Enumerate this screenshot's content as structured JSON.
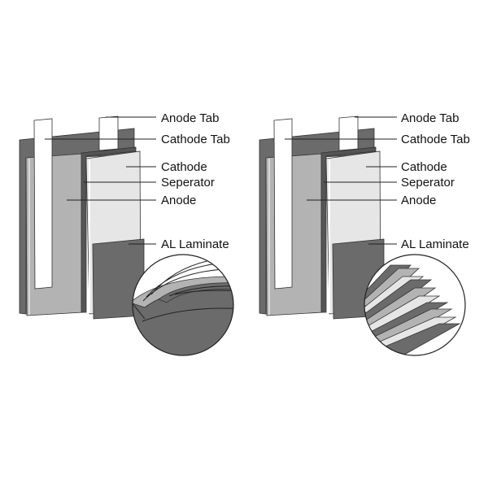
{
  "diagrams": [
    {
      "variant": "wound",
      "labels": {
        "anode_tab": "Anode Tab",
        "cathode_tab": "Cathode Tab",
        "cathode": "Cathode",
        "separator": "Seperator",
        "anode": "Anode",
        "al_laminate": "AL Laminate"
      }
    },
    {
      "variant": "stacked",
      "labels": {
        "anode_tab": "Anode Tab",
        "cathode_tab": "Cathode Tab",
        "cathode": "Cathode",
        "separator": "Seperator",
        "anode": "Anode",
        "al_laminate": "AL Laminate"
      }
    }
  ],
  "colors": {
    "dark": "#6b6b6b",
    "mid": "#b3b3b3",
    "light": "#e6e6e6",
    "white": "#ffffff"
  }
}
